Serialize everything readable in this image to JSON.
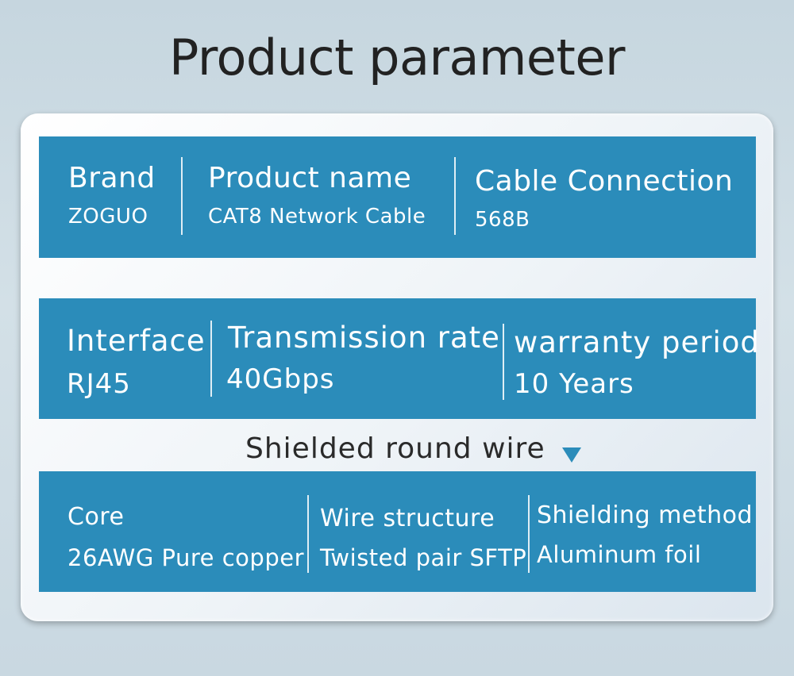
{
  "title": "Product parameter",
  "section_heading": "Shielded round wire",
  "accent_color": "#2b8cba",
  "arrow_icon": "triangle-down-icon",
  "panels": [
    {
      "cells": [
        {
          "label": "Brand",
          "value": "ZOGUO"
        },
        {
          "label": "Product name",
          "value": "CAT8 Network Cable"
        },
        {
          "label": "Cable Connection",
          "value": "568B"
        }
      ]
    },
    {
      "cells": [
        {
          "label": "Interface",
          "value": "RJ45"
        },
        {
          "label": "Transmission rate",
          "value": "40Gbps"
        },
        {
          "label": "warranty period",
          "value": "10 Years"
        }
      ]
    },
    {
      "cells": [
        {
          "label": "Core",
          "value": "26AWG Pure copper"
        },
        {
          "label": "Wire structure",
          "value": "Twisted pair SFTP"
        },
        {
          "label": "Shielding method",
          "value": "Aluminum foil"
        }
      ]
    }
  ]
}
